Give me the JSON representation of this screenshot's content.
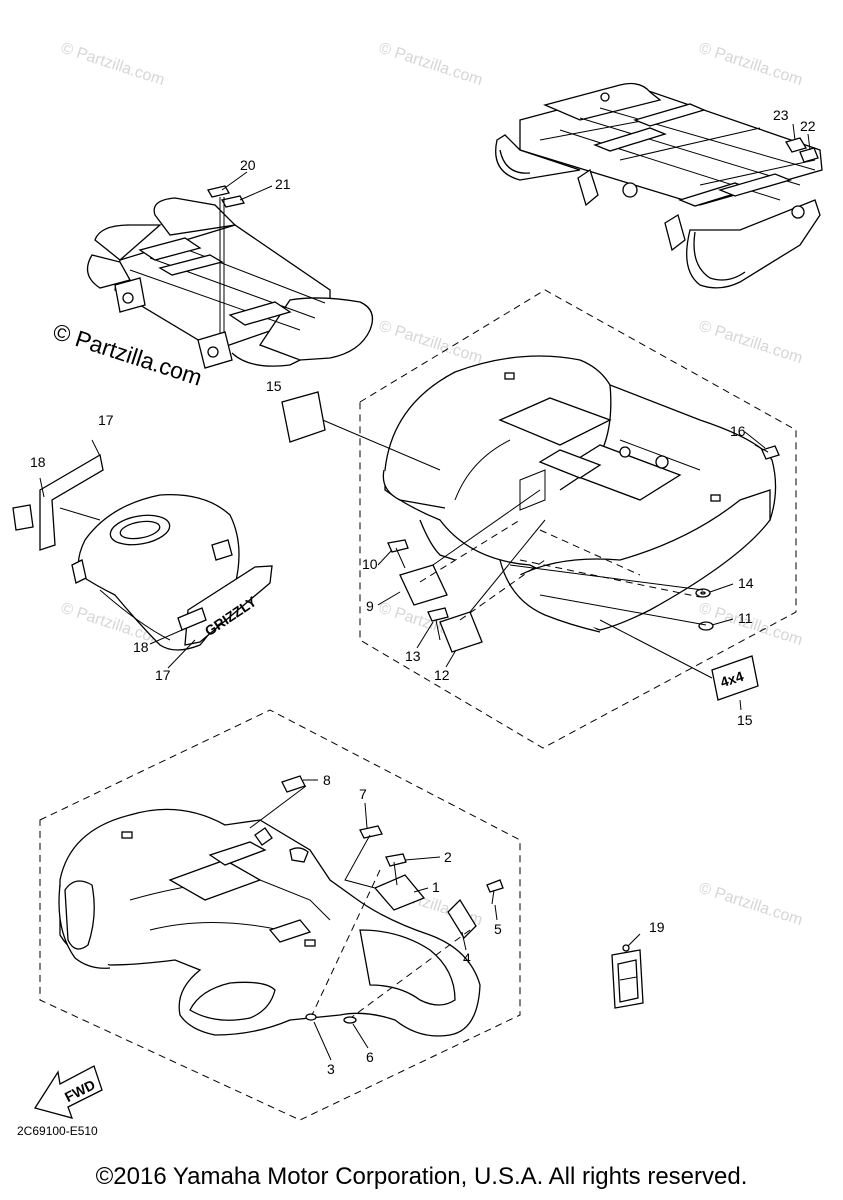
{
  "watermark": "© Partzilla.com",
  "brand_watermark": "© Partzilla.com",
  "diagram_code": "2C69100-E510",
  "copyright": "©2016 Yamaha Motor Corporation, U.S.A. All rights reserved.",
  "fwd_label": "FWD",
  "decal_texts": {
    "grizzly": "GRIZZLY",
    "four_by_four": "4x4"
  },
  "callouts": {
    "n1": "1",
    "n2": "2",
    "n3": "3",
    "n4": "4",
    "n5": "5",
    "n6": "6",
    "n7": "7",
    "n8": "8",
    "n9": "9",
    "n10": "10",
    "n11": "11",
    "n12": "12",
    "n13": "13",
    "n14": "14",
    "n15a": "15",
    "n15b": "15",
    "n16": "16",
    "n17a": "17",
    "n17b": "17",
    "n18a": "18",
    "n18b": "18",
    "n19": "19",
    "n20": "20",
    "n21": "21",
    "n22": "22",
    "n23": "23"
  }
}
